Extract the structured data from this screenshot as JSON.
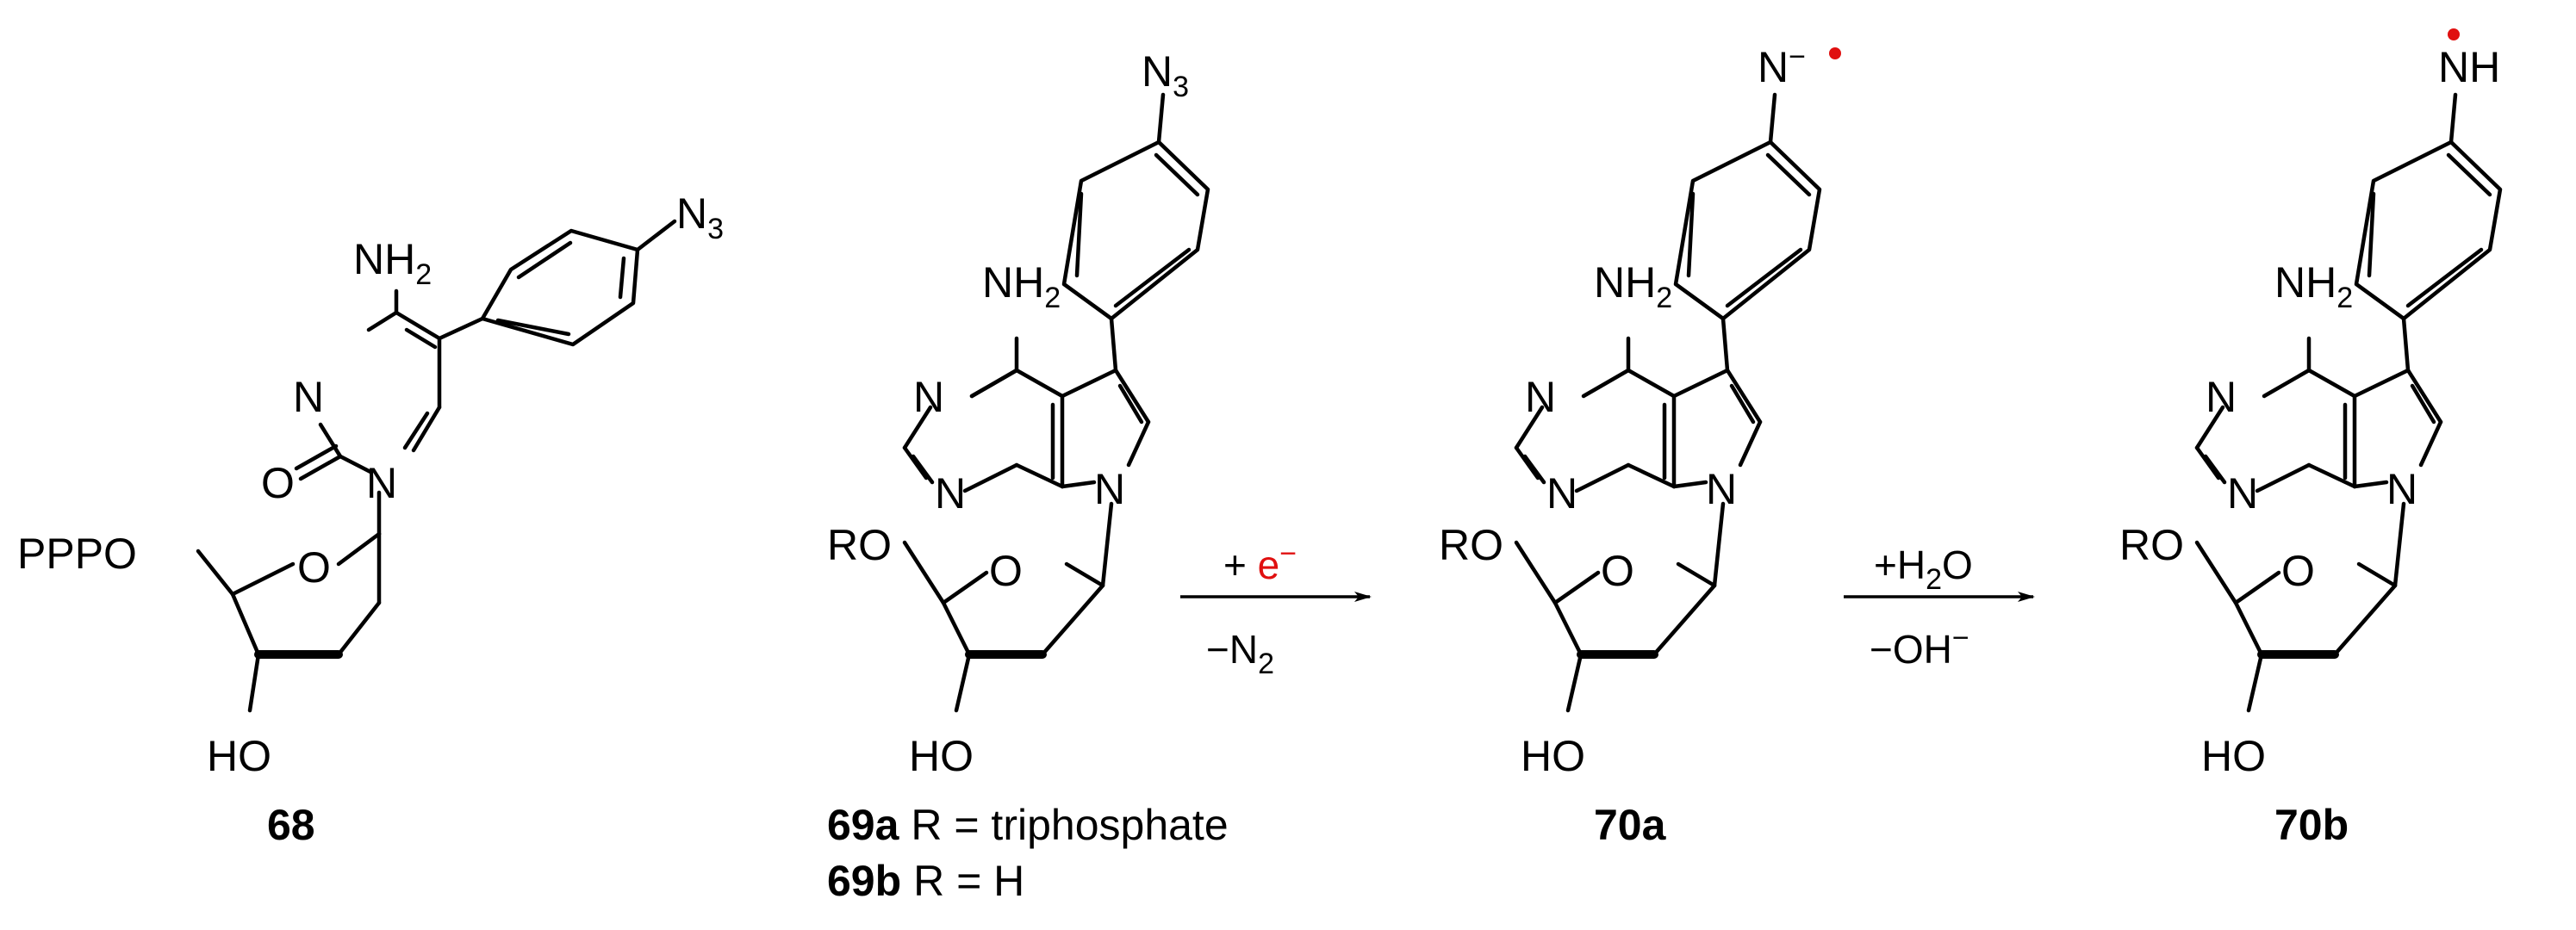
{
  "colors": {
    "azide": "#1a1ae6",
    "radical": "#e01010",
    "bond": "#000000"
  },
  "atoms": {
    "nh2_label": "NH",
    "nh2_sub": "2",
    "n": "N",
    "o": "O",
    "ho": "HO",
    "azide_n": "N",
    "azide_sub": "3",
    "nh": "NH",
    "n_minus": "N",
    "minus": "−"
  },
  "compounds": {
    "c68": {
      "label": "68",
      "ring_o": "O",
      "carbonyl_o": "O",
      "five_prime": "PPPO"
    },
    "c69": {
      "label_a": "69a",
      "desc_a": "R = triphosphate",
      "label_b": "69b",
      "desc_b": "R = H",
      "five_prime": "RO"
    },
    "c70a": {
      "label": "70a",
      "five_prime": "RO"
    },
    "c70b": {
      "label": "70b",
      "five_prime": "RO"
    }
  },
  "arrows": {
    "step1": {
      "above_prefix": "+ ",
      "above_reagent": "e",
      "above_charge": "−",
      "below_prefix": "−N",
      "below_sub": "2"
    },
    "step2": {
      "above_prefix": "+H",
      "above_sub": "2",
      "above_suffix": "O",
      "below_prefix": "−OH",
      "below_charge": "−"
    }
  }
}
